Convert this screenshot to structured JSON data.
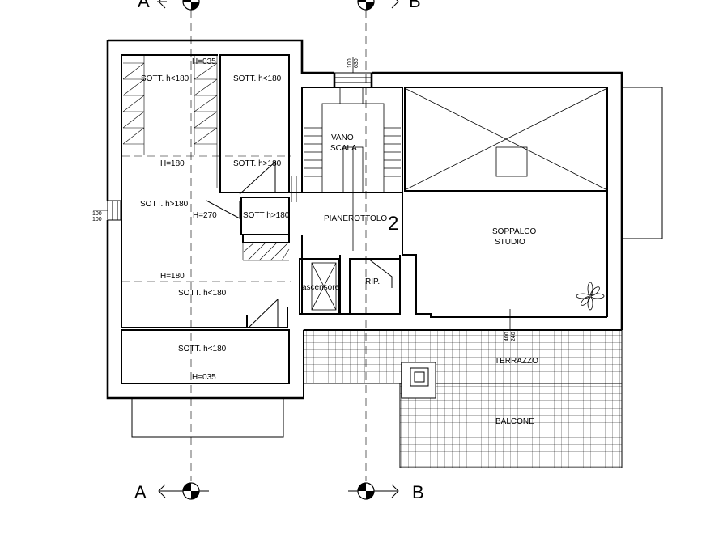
{
  "sections": {
    "a": "A",
    "b": "B"
  },
  "rooms": {
    "sott_top_left": "SOTT. h<180",
    "h035_top": "H=035",
    "sott_top_right": "SOTT. h<180",
    "h180_left": "H=180",
    "sott_gt180_small": "SOTT. h>180",
    "sott_gt180_big": "SOTT. h>180",
    "h270": "H=270",
    "sott_gt180_mid": "SOTT h>180",
    "h180_lower": "H=180",
    "sott_lower": "SOTT. h<180",
    "sott_bottom": "SOTT. h<180",
    "h035_bottom": "H=035",
    "vano_line1": "VANO",
    "vano_line2": "SCALA",
    "pianerottolo": "PIANEROTTOLO",
    "floor_number": "2",
    "soppalco_line1": "SOPPALCO",
    "soppalco_line2": "STUDIO",
    "ascensore": "ascensore",
    "rip": "RIP.",
    "terrazzo": "TERRAZZO",
    "balcone": "BALCONE"
  },
  "dimensions": {
    "top_a": "100",
    "top_b": "630",
    "left_a": "100",
    "left_b": "100",
    "terr_a": "400",
    "terr_b": "240"
  },
  "colors": {
    "line": "#000000",
    "background": "#ffffff"
  },
  "icons": {
    "section_marker": "section-marker-icon",
    "plant": "plant-icon",
    "chimney": "chimney-icon"
  }
}
